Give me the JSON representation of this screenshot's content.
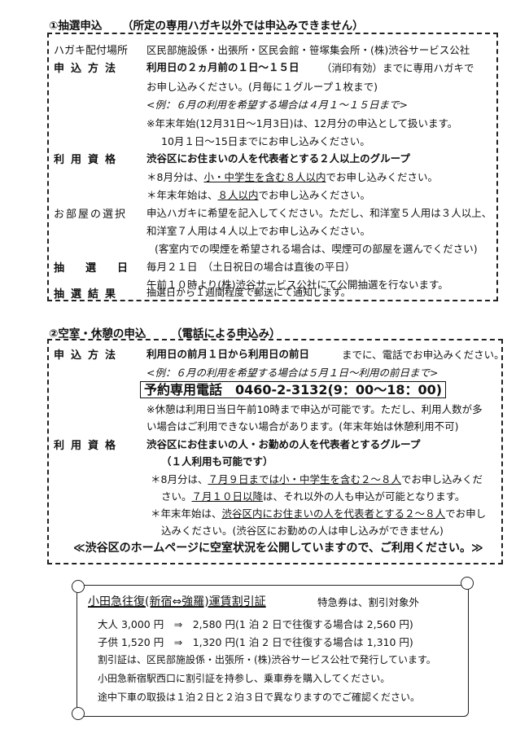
{
  "section1": {
    "title": "①抽選申込",
    "note": "（所定の専用ハガキ以外では申込みできません）",
    "rows": [
      {
        "label": "ハガキ配付場所",
        "lines": [
          "区民部施設係・出張所・区民会館・笹塚集会所・(株)渋谷サービス公社"
        ]
      },
      {
        "label": "申込方法",
        "lines": [
          "利用日の２ヵ月前の１日〜１５日",
          "（消印有効）までに専用ハガキで",
          "お申し込みください。(月毎に１グループ１枚まで)",
          "<例：６月の利用を希望する場合は４月１〜１５日まで>",
          "※年末年始(12月31日〜1月3日)は、12月分の申込として扱います。",
          "10月１日〜15日までにお申し込みください。"
        ]
      },
      {
        "label": "利用資格",
        "lines": [
          "渋谷区にお住まいの人を代表者とする２人以上のグループ",
          "＊8月分は、",
          "小・中学生を含む８人以内",
          "でお申し込みください。",
          "＊年末年始は、",
          "８人以内",
          "でお申し込みください。"
        ]
      },
      {
        "label": "お部屋の選択",
        "lines": [
          "申込ハガキに希望を記入してください。ただし、和洋室５人用は３人以上、",
          "和洋室７人用は４人以上でお申し込みください。",
          "(客室内での喫煙を希望される場合は、喫煙可の部屋を選んでください)"
        ]
      },
      {
        "label": "抽選日",
        "lines": [
          "毎月２１日　（土日祝日の場合は直後の平日）",
          "午前１０時より(株)渋谷サービス公社にて公開抽選を行ないます。"
        ]
      },
      {
        "label": "抽選結果",
        "lines": [
          "抽選日から１週間程度で郵送にて通知します。"
        ]
      }
    ]
  },
  "section2": {
    "title": "②空室・休憩の申込",
    "note": "（電話による申込み）",
    "rows": [
      {
        "label": "申込方法",
        "lines": [
          "利用日の前月１日から利用日の前日",
          "までに、電話でお申込みください。",
          "<例：６月の利用を希望する場合は５月１日〜利用の前日まで>",
          "予約専用電話　0460-2-3132(9：00〜18：00)",
          "※休憩は利用日当日午前10時まで申込が可能です。ただし、利用人数が多",
          "い場合はご利用できない場合があります。(年末年始は休憩利用不可)"
        ]
      },
      {
        "label": "利用資格",
        "lines": [
          "渋谷区にお住まいの人・お勤めの人を代表者とするグループ",
          "（１人利用も可能です）",
          "＊8月分は、",
          "７月９日までは",
          "小・中学生を含む２〜８人",
          "でお申し込みくだ",
          "さい。",
          "７月１０日以降",
          "は、それ以外の人も申込が可能となります。",
          "＊年末年始は、",
          "渋谷区内にお住まいの人を代表者とする２〜８人",
          "でお申し",
          "込みください。(渋谷区にお勤めの人は申し込みができません)"
        ]
      }
    ],
    "footer": "≪渋谷区のホームページに空室状況を公開していますので、ご利用ください。≫"
  },
  "section3": {
    "title": "小田急往復(新宿⇔強羅)運賃割引証",
    "note": "特急券は、割引対象外",
    "lines": [
      "大人 3,000 円　⇒　2,580 円(1 泊 2 日で往復する場合は 2,560 円)",
      "子供 1,520 円　⇒　1,320 円(1 泊 2 日で往復する場合は 1,310 円)",
      "割引証は、区民部施設係・出張所・(株)渋谷サービス公社で発行しています。",
      "小田急新宿駅西口に割引証を持参し、乗車券を購入してください。",
      "途中下車の取扱は１泊２日と２泊３日で異なりますのでご確認ください。"
    ]
  }
}
